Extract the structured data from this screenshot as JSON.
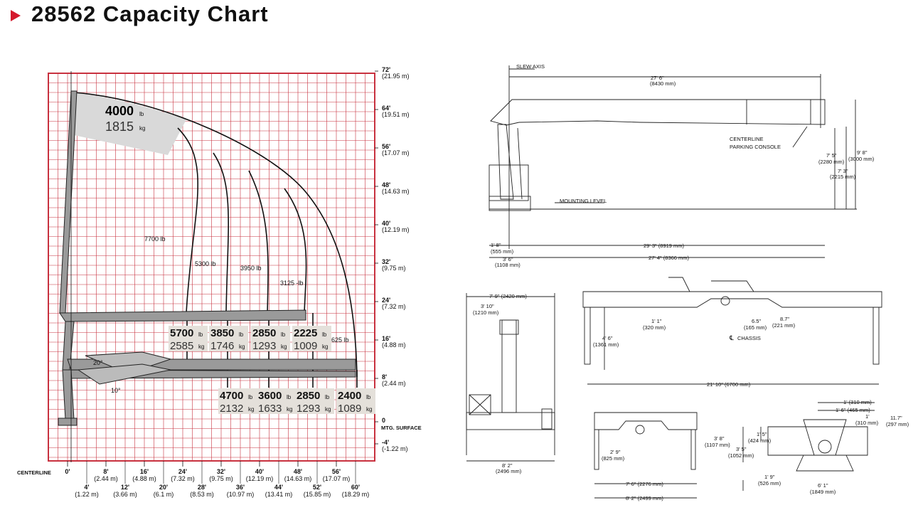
{
  "title": "28562 Capacity Chart",
  "chart": {
    "y_right_labels": [
      {
        "ft": "72'",
        "m": "(21.95 m)"
      },
      {
        "ft": "64'",
        "m": "(19.51 m)"
      },
      {
        "ft": "56'",
        "m": "(17.07 m)"
      },
      {
        "ft": "48'",
        "m": "(14.63 m)"
      },
      {
        "ft": "40'",
        "m": "(12.19 m)"
      },
      {
        "ft": "32'",
        "m": "(9.75 m)"
      },
      {
        "ft": "24'",
        "m": "(7.32 m)"
      },
      {
        "ft": "16'",
        "m": "(4.88 m)"
      },
      {
        "ft": "8'",
        "m": "(2.44 m)"
      },
      {
        "ft": "0",
        "m": ""
      },
      {
        "ft": "-4'",
        "m": "(-1.22 m)"
      }
    ],
    "mtg_surface": "MTG. SURFACE",
    "centerline": "CENTERLINE",
    "x_upper": [
      {
        "ft": "0'",
        "m": ""
      },
      {
        "ft": "8'",
        "m": "(2.44 m)"
      },
      {
        "ft": "16'",
        "m": "(4.88 m)"
      },
      {
        "ft": "24'",
        "m": "(7.32 m)"
      },
      {
        "ft": "32'",
        "m": "(9.75 m)"
      },
      {
        "ft": "40'",
        "m": "(12.19 m)"
      },
      {
        "ft": "48'",
        "m": "(14.63 m)"
      },
      {
        "ft": "56'",
        "m": "(17.07 m)"
      }
    ],
    "x_lower": [
      {
        "ft": "4'",
        "m": "(1.22 m)"
      },
      {
        "ft": "12'",
        "m": "(3.66 m)"
      },
      {
        "ft": "20'",
        "m": "(6.1 m)"
      },
      {
        "ft": "28'",
        "m": "(8.53 m)"
      },
      {
        "ft": "36'",
        "m": "(10.97 m)"
      },
      {
        "ft": "44'",
        "m": "(13.41 m)"
      },
      {
        "ft": "52'",
        "m": "(15.85 m)"
      },
      {
        "ft": "60'",
        "m": "(18.29 m)"
      }
    ],
    "curve_labels": [
      "7700 lb",
      "5300 lb",
      "3950 lb",
      "3125 -lb",
      "2625 lb"
    ],
    "top_capacity": {
      "lb": "4000",
      "kg": "1815"
    },
    "mid_capacities": [
      {
        "lb": "5700",
        "kg": "2585"
      },
      {
        "lb": "3850",
        "kg": "1746"
      },
      {
        "lb": "2850",
        "kg": "1293"
      },
      {
        "lb": "2225",
        "kg": "1009"
      }
    ],
    "low_capacities": [
      {
        "lb": "4700",
        "kg": "2132"
      },
      {
        "lb": "3600",
        "kg": "1633"
      },
      {
        "lb": "2850",
        "kg": "1293"
      },
      {
        "lb": "2400",
        "kg": "1089"
      }
    ],
    "unit_lb": "lb",
    "unit_kg": "kg",
    "angles": [
      "20°",
      "10°"
    ],
    "colors": {
      "grid": "#c8313f",
      "shade": "#d9d9d9",
      "box": "#e4e0da",
      "crane": "#555555"
    }
  },
  "side_view": {
    "slew_axis": "SLEW AXIS",
    "overall_len": {
      "ft": "27' 6\"",
      "m": "(8430 mm)"
    },
    "centerline_console": [
      "CENTERLINE",
      "PARKING CONSOLE"
    ],
    "mounting_level": "MOUNTING LEVEL",
    "h1": {
      "ft": "7' 5\"",
      "m": "(2280 mm)"
    },
    "h2": {
      "ft": "9' 8\"",
      "m": "(3000 mm)"
    },
    "h3": {
      "ft": "7' 3\"",
      "m": "(2215 mm)"
    },
    "d1": {
      "ft": "1' 8\"",
      "m": "(555 mm)"
    },
    "d2": {
      "ft": "3' 6\"",
      "m": "(1108 mm)"
    },
    "d3": "29' 3\" (8919 mm)",
    "d4": "27' 4\" (8366 mm)"
  },
  "rear_view": {
    "w1": "7' 9\" (2420 mm)",
    "w2": {
      "ft": "3' 10\"",
      "m": "(1210 mm)"
    },
    "w3": {
      "ft": "8' 2\"",
      "m": "(2496 mm)"
    }
  },
  "outrigger_view": {
    "a": {
      "ft": "1' 1\"",
      "m": "(320 mm)"
    },
    "b": {
      "ft": "6.5\"",
      "m": "(165 mm)"
    },
    "c": {
      "ft": "8.7\"",
      "m": "(221 mm)"
    },
    "chassis": "CHASSIS",
    "h": {
      "ft": "4' 6\"",
      "m": "(1361 mm)"
    },
    "span": "21' 10\" (6700 mm)"
  },
  "small_front": {
    "h": {
      "ft": "2' 9\"",
      "m": "(825 mm)"
    },
    "w1": "7' 6\" (2276 mm)",
    "w2": "8' 2\" (2499 mm)"
  },
  "top_view": {
    "a": "1' (310 mm)",
    "b": "1' 6\" (465 mm)",
    "c": {
      "ft": "1'",
      "m": "(310 mm)"
    },
    "d": {
      "ft": "11.7\"",
      "m": "(297 mm)"
    },
    "e": {
      "ft": "3' 8\"",
      "m": "(1107 mm)"
    },
    "f": {
      "ft": "1' 5\"",
      "m": "(424 mm)"
    },
    "g": {
      "ft": "3' 5\"",
      "m": "(1052 mm)"
    },
    "h": {
      "ft": "1' 9\"",
      "m": "(526 mm)"
    },
    "i": {
      "ft": "6' 1\"",
      "m": "(1849 mm)"
    }
  }
}
